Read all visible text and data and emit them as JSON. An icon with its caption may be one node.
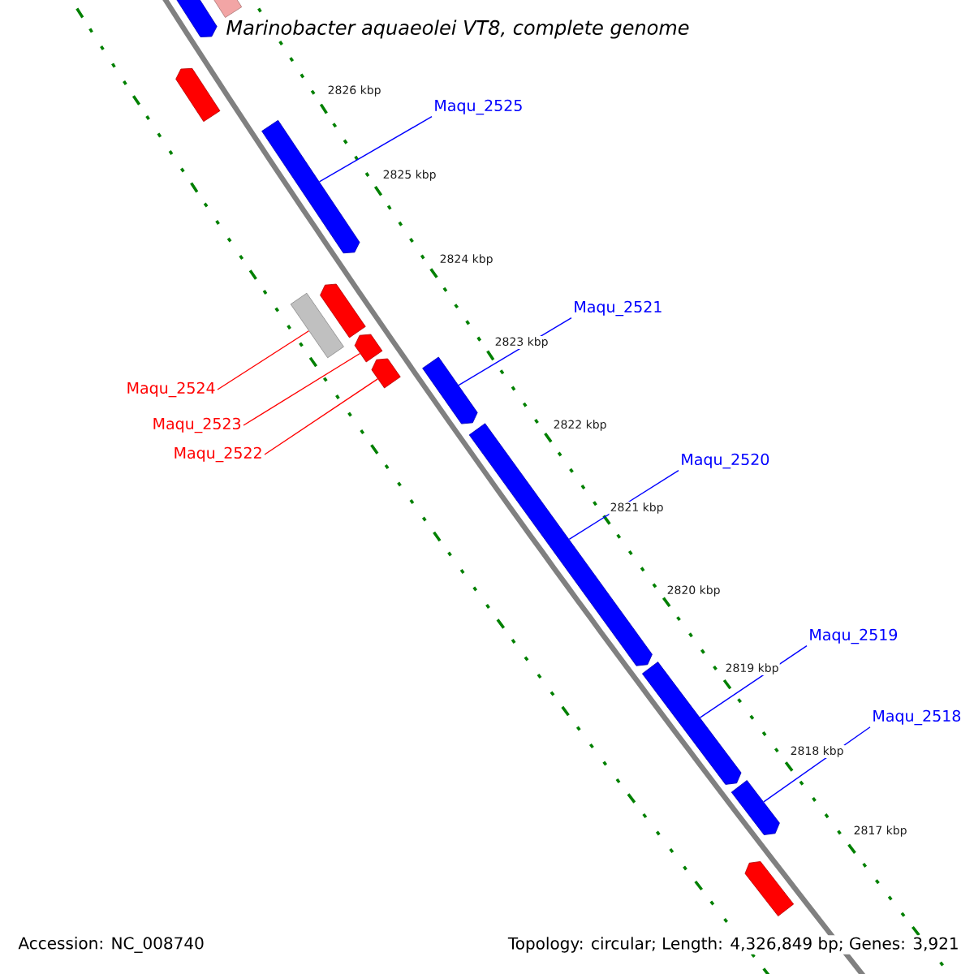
{
  "diagram": {
    "title": "Marinobacter aquaeolei VT8, complete genome",
    "nodes": [
      {
        "text": [],
        "shape": "bar"
      },
      {
        "text": [],
        "shape": "bar"
      },
      {
        "text": [],
        "shape": "bar"
      },
      {
        "text": [
          "Maqu_2525"
        ]
      },
      {
        "text": [],
        "shape": "bar"
      },
      {
        "text": [],
        "shape": "box"
      },
      {
        "text": [],
        "shape": "bar"
      },
      {
        "text": [],
        "shape": "bar"
      },
      {
        "text": [],
        "shape": "bar"
      },
      {
        "text": [
          "Maqu_2521"
        ]
      },
      {
        "text": [],
        "shape": "bar"
      },
      {
        "text": [
          "Maqu_2524"
        ]
      },
      {
        "text": [
          "Maqu_2523"
        ]
      },
      {
        "text": [
          "Maqu_2522"
        ]
      },
      {
        "text": [
          "Maqu_2520"
        ]
      },
      {
        "text": [],
        "shape": "bar"
      },
      {
        "text": [
          "Maqu_2519"
        ]
      },
      {
        "text": [],
        "shape": "bar"
      },
      {
        "text": [
          "Maqu_2518"
        ]
      },
      {
        "text": [],
        "shape": "bar"
      },
      {
        "text": [],
        "shape": "bar"
      }
    ],
    "edges": [
      {
        "from": 3,
        "to": 4,
        "arrow": "none"
      },
      {
        "from": 9,
        "to": 10,
        "arrow": "none"
      },
      {
        "from": 11,
        "to": 5,
        "arrow": "none",
        "color": "#ff0000"
      },
      {
        "from": 12,
        "to": 7,
        "arrow": "none",
        "color": "#ff0000"
      },
      {
        "from": 13,
        "to": 8,
        "arrow": "none",
        "color": "#ff0000"
      },
      {
        "from": 14,
        "to": 15,
        "arrow": "none"
      },
      {
        "from": 16,
        "to": 17,
        "arrow": "none"
      },
      {
        "from": 18,
        "to": 19,
        "arrow": "none"
      }
    ],
    "labels": [
      "2826 kbp",
      "2825 kbp",
      "2824 kbp",
      "2823 kbp",
      "2822 kbp",
      "2821 kbp",
      "2820 kbp",
      "2819 kbp",
      "2818 kbp",
      "2817 kbp",
      "Accession: NC_008740",
      "Topology: circular; Length: 4,326,849 bp; Genes: 3,921"
    ]
  }
}
